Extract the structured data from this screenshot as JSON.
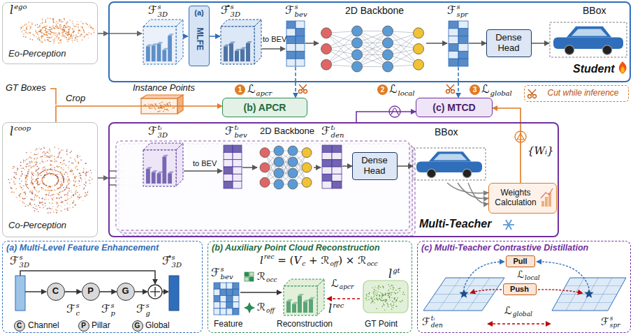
{
  "diagram": {
    "nodes": [
      {
        "text": [
          "Eo-Perception"
        ]
      },
      {
        "text": [
          "Student"
        ]
      },
      {
        "text": [
          "(a)",
          "MLFE"
        ],
        "in": 1
      },
      {
        "text": [
          "Dense Head"
        ],
        "in": 1
      },
      {
        "text": [
          "1"
        ]
      },
      {
        "text": [
          "(b) APCR"
        ]
      },
      {
        "text": [
          "2"
        ]
      },
      {
        "text": [
          "3"
        ]
      },
      {
        "text": [
          "(c) MTCD"
        ]
      },
      {
        "text": [
          "Cut while inference"
        ]
      },
      {
        "text": [
          "Co-Perception"
        ]
      },
      {
        "text": [
          "Multi-Teacher"
        ]
      },
      {
        "text": [
          "Dense Head"
        ],
        "in": 11
      },
      {
        "text": [
          "Weights Calculation"
        ],
        "in": 11
      },
      {
        "text": [
          "(a) Multi-Level Feature Enhancement"
        ]
      },
      {
        "text": [
          "C"
        ],
        "in": 14
      },
      {
        "text": [
          "P"
        ],
        "in": 14
      },
      {
        "text": [
          "G"
        ],
        "in": 14
      },
      {
        "text": [
          "C"
        ],
        "in": 14
      },
      {
        "text": [
          "P"
        ],
        "in": 14
      },
      {
        "text": [
          "G"
        ],
        "in": 14
      },
      {
        "text": [
          "(b) Auxiliary Point Cloud Reconstruction"
        ]
      },
      {
        "text": [
          "(c) Multi-Teacher Contrastive Distillation"
        ]
      },
      {
        "text": [
          "Pull"
        ],
        "in": 22
      },
      {
        "text": [
          "Push"
        ],
        "in": 22
      }
    ],
    "edges": [
      {
        "from": 0,
        "to": 1,
        "arrow": "to"
      },
      {
        "from": 10,
        "to": 11,
        "arrow": "to"
      },
      {
        "from": 10,
        "to": 5,
        "arrow": "to"
      },
      {
        "from": 1,
        "to": 5,
        "arrow": "to"
      },
      {
        "from": 1,
        "to": 8,
        "arrow": "to"
      },
      {
        "from": 11,
        "to": 8,
        "arrow": "to"
      },
      {
        "from": 13,
        "to": 8,
        "arrow": "to"
      },
      {
        "from": 15,
        "to": 16,
        "arrow": "to"
      },
      {
        "from": 16,
        "to": 17,
        "arrow": "to"
      }
    ],
    "labels": [
      "l",
      "ego",
      "ℱ",
      "s",
      "3D",
      "ℱ̂",
      "s",
      "3D",
      "to BEV",
      "ℱ",
      "s",
      "bev",
      "2D Backbone",
      "ℱ",
      "s",
      "spr",
      "BBox",
      "GT Boxes",
      "Crop",
      "Instance Points",
      "ℒ",
      "apcr",
      "ℒ",
      "local",
      "ℒ",
      "global",
      "l",
      "coop",
      "ℱ",
      "tᵢ",
      "3D",
      "to BEV",
      "ℱ",
      "tᵢ",
      "bev",
      "2D Backbone",
      "ℱ",
      "tᵢ",
      "den",
      "BBox",
      "{Wᵢ}",
      "ℱ",
      "s",
      "3D",
      "ℱ̂",
      "s",
      "3D",
      "ℱ",
      "s",
      "c",
      "ℱ",
      "s",
      "p",
      "ℱ",
      "s",
      "g",
      "Channel",
      "Pillar",
      "Global",
      "l",
      "rec",
      " = (",
      "V",
      "c",
      " + ",
      "ℛ",
      "off",
      ") × ",
      "ℛ",
      "occ",
      "ℱ",
      "s",
      "bev",
      "ℛ",
      "occ",
      "ℛ",
      "off",
      "l",
      "rec",
      "ℒ",
      "apcr",
      "l",
      "gt",
      "Feature",
      "Reconstruction",
      "GT Point",
      "ℒ",
      "local",
      "ℒ",
      "global",
      "ℱ",
      "tᵢ",
      "den",
      "ℱ",
      "s",
      "spr"
    ]
  }
}
